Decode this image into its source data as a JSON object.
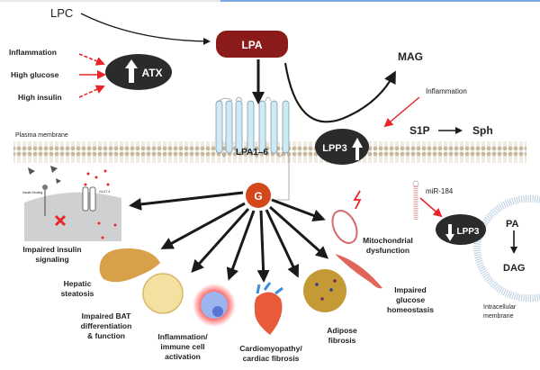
{
  "diagram": {
    "nodes": {
      "lpc": "LPC",
      "lpa": "LPA",
      "atx": "ATX",
      "mag": "MAG",
      "lpp3_membrane": "LPP3",
      "s1p": "S1P",
      "sph": "Sph",
      "receptor": "LPA1–6",
      "g_protein": "G",
      "mir": "miR-184",
      "lpp3_intracellular": "LPP3",
      "pa": "PA",
      "dag": "DAG"
    },
    "atx_inputs": [
      "Inflammation",
      "High glucose",
      "High insulin"
    ],
    "lpp3_input": "Inflammation",
    "membrane_labels": {
      "plasma": "Plasma membrane",
      "intracellular_line1": "Intracellular",
      "intracellular_line2": "membrane"
    },
    "insulin_labels": {
      "receptor": "Insulin binding",
      "glut": "GLUT 4"
    },
    "outcomes": [
      {
        "lines": [
          "Impaired insulin",
          "signaling"
        ]
      },
      {
        "lines": [
          "Hepatic",
          "steatosis"
        ]
      },
      {
        "lines": [
          "Impaired BAT",
          "differentiation",
          "& function"
        ]
      },
      {
        "lines": [
          "Inflammation/",
          "immune cell",
          "activation"
        ]
      },
      {
        "lines": [
          "Cardiomyopathy/",
          "cardiac fibrosis"
        ]
      },
      {
        "lines": [
          "Adipose",
          "fibrosis"
        ]
      },
      {
        "lines": [
          "Impaired",
          "glucose",
          "homeostasis"
        ]
      },
      {
        "lines": [
          "Mitochondrial",
          "dysfunction"
        ]
      }
    ],
    "colors": {
      "lpa_fill": "#8b1a1a",
      "ellipse_fill": "#2b2b2b",
      "g_fill": "#d4471a",
      "activator_arrow": "#e8262a",
      "receptor_fill": "#cfe9f5",
      "membrane": "#c9b79c"
    }
  }
}
